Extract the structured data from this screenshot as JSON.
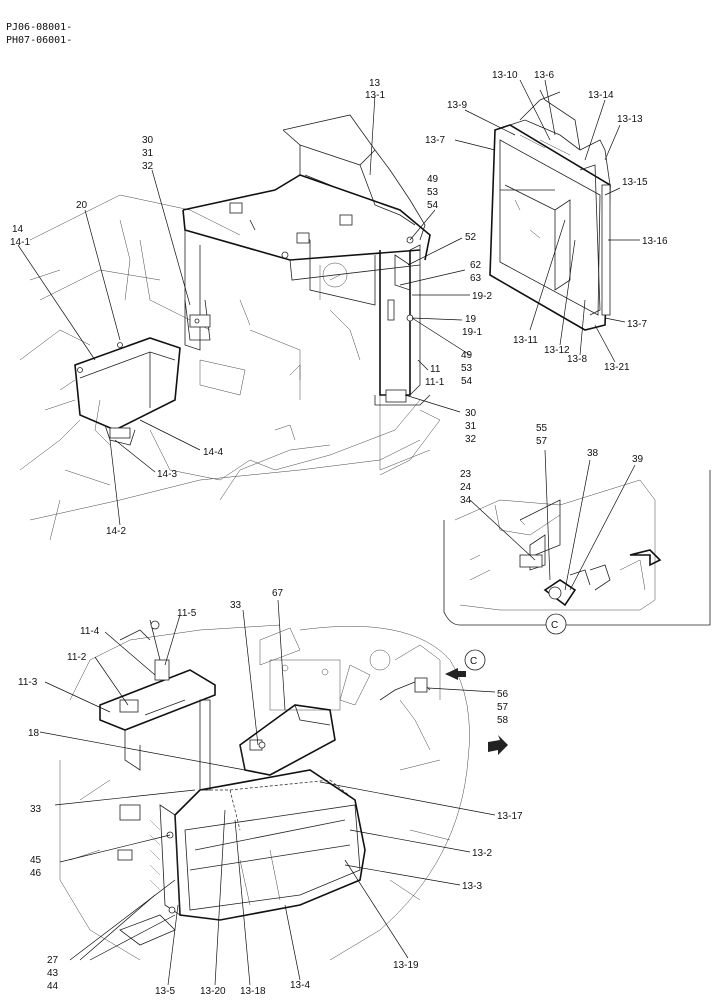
{
  "header": {
    "line1": "PJ06-08001-",
    "line2": "PH07-06001-"
  },
  "labels": {
    "l13": "13",
    "l13_1": "13-1",
    "l30a": "30",
    "l31a": "31",
    "l32a": "32",
    "l20": "20",
    "l14": "14",
    "l14_1": "14-1",
    "l49a": "49",
    "l53a": "53",
    "l54a": "54",
    "l52": "52",
    "l62": "62",
    "l63": "63",
    "l19_2": "19-2",
    "l19": "19",
    "l19_1": "19-1",
    "l49b": "49",
    "l53b": "53",
    "l54b": "54",
    "l11a": "11",
    "l11_1": "11-1",
    "l30b": "30",
    "l31b": "31",
    "l32b": "32",
    "l14_4": "14-4",
    "l14_3": "14-3",
    "l14_2": "14-2",
    "l13_10": "13-10",
    "l13_6": "13-6",
    "l13_9": "13-9",
    "l13_14": "13-14",
    "l13_13": "13-13",
    "l13_7a": "13-7",
    "l13_15": "13-15",
    "l13_16": "13-16",
    "l13_7b": "13-7",
    "l13_11": "13-11",
    "l13_12": "13-12",
    "l13_8": "13-8",
    "l13_21": "13-21",
    "l55": "55",
    "l57a": "57",
    "l38": "38",
    "l39": "39",
    "l23": "23",
    "l24": "24",
    "l34": "34",
    "circleC": "C",
    "circleC2": "C",
    "l33a": "33",
    "l67": "67",
    "l11_5": "11-5",
    "l11_4": "11-4",
    "l11_2": "11-2",
    "l11_3": "11-3",
    "l56": "56",
    "l57b": "57",
    "l58": "58",
    "l18": "18",
    "l33b": "33",
    "l13_17": "13-17",
    "l13_2": "13-2",
    "l45": "45",
    "l46": "46",
    "l13_3": "13-3",
    "l27": "27",
    "l43": "43",
    "l44": "44",
    "l13_5": "13-5",
    "l13_20": "13-20",
    "l13_18": "13-18",
    "l13_4": "13-4",
    "l13_19": "13-19"
  }
}
